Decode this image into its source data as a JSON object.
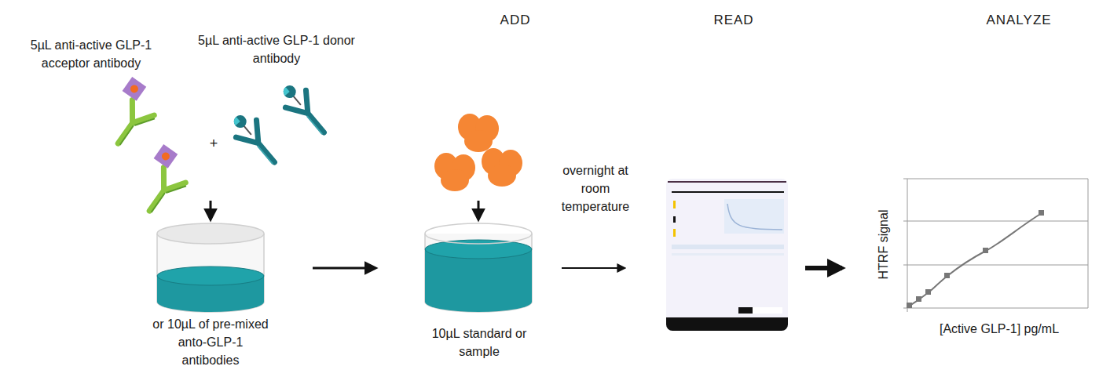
{
  "diagram": {
    "labels": [
      "ADD",
      "READ",
      "ANALYZE",
      "5µL anti-active GLP-1 acceptor antibody",
      "5µL anti-active GLP-1 donor antibody",
      "+",
      "or 10µL of pre-mixed anto-GLP-1 antibodies",
      "10µL standard or sample",
      "overnight at room temperature",
      "HTRF signal",
      "[Active GLP-1] pg/mL"
    ]
  }
}
